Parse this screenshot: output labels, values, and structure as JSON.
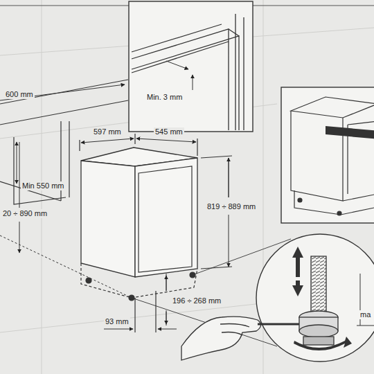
{
  "diagram": {
    "labels": [
      "600 mm",
      "Min. 3 mm",
      "597 mm",
      "545 mm",
      "Min 550 mm",
      "20 ÷ 890 mm",
      "819 ÷ 889 mm",
      "196 ÷ 268 mm",
      "93 mm",
      "ma"
    ]
  }
}
